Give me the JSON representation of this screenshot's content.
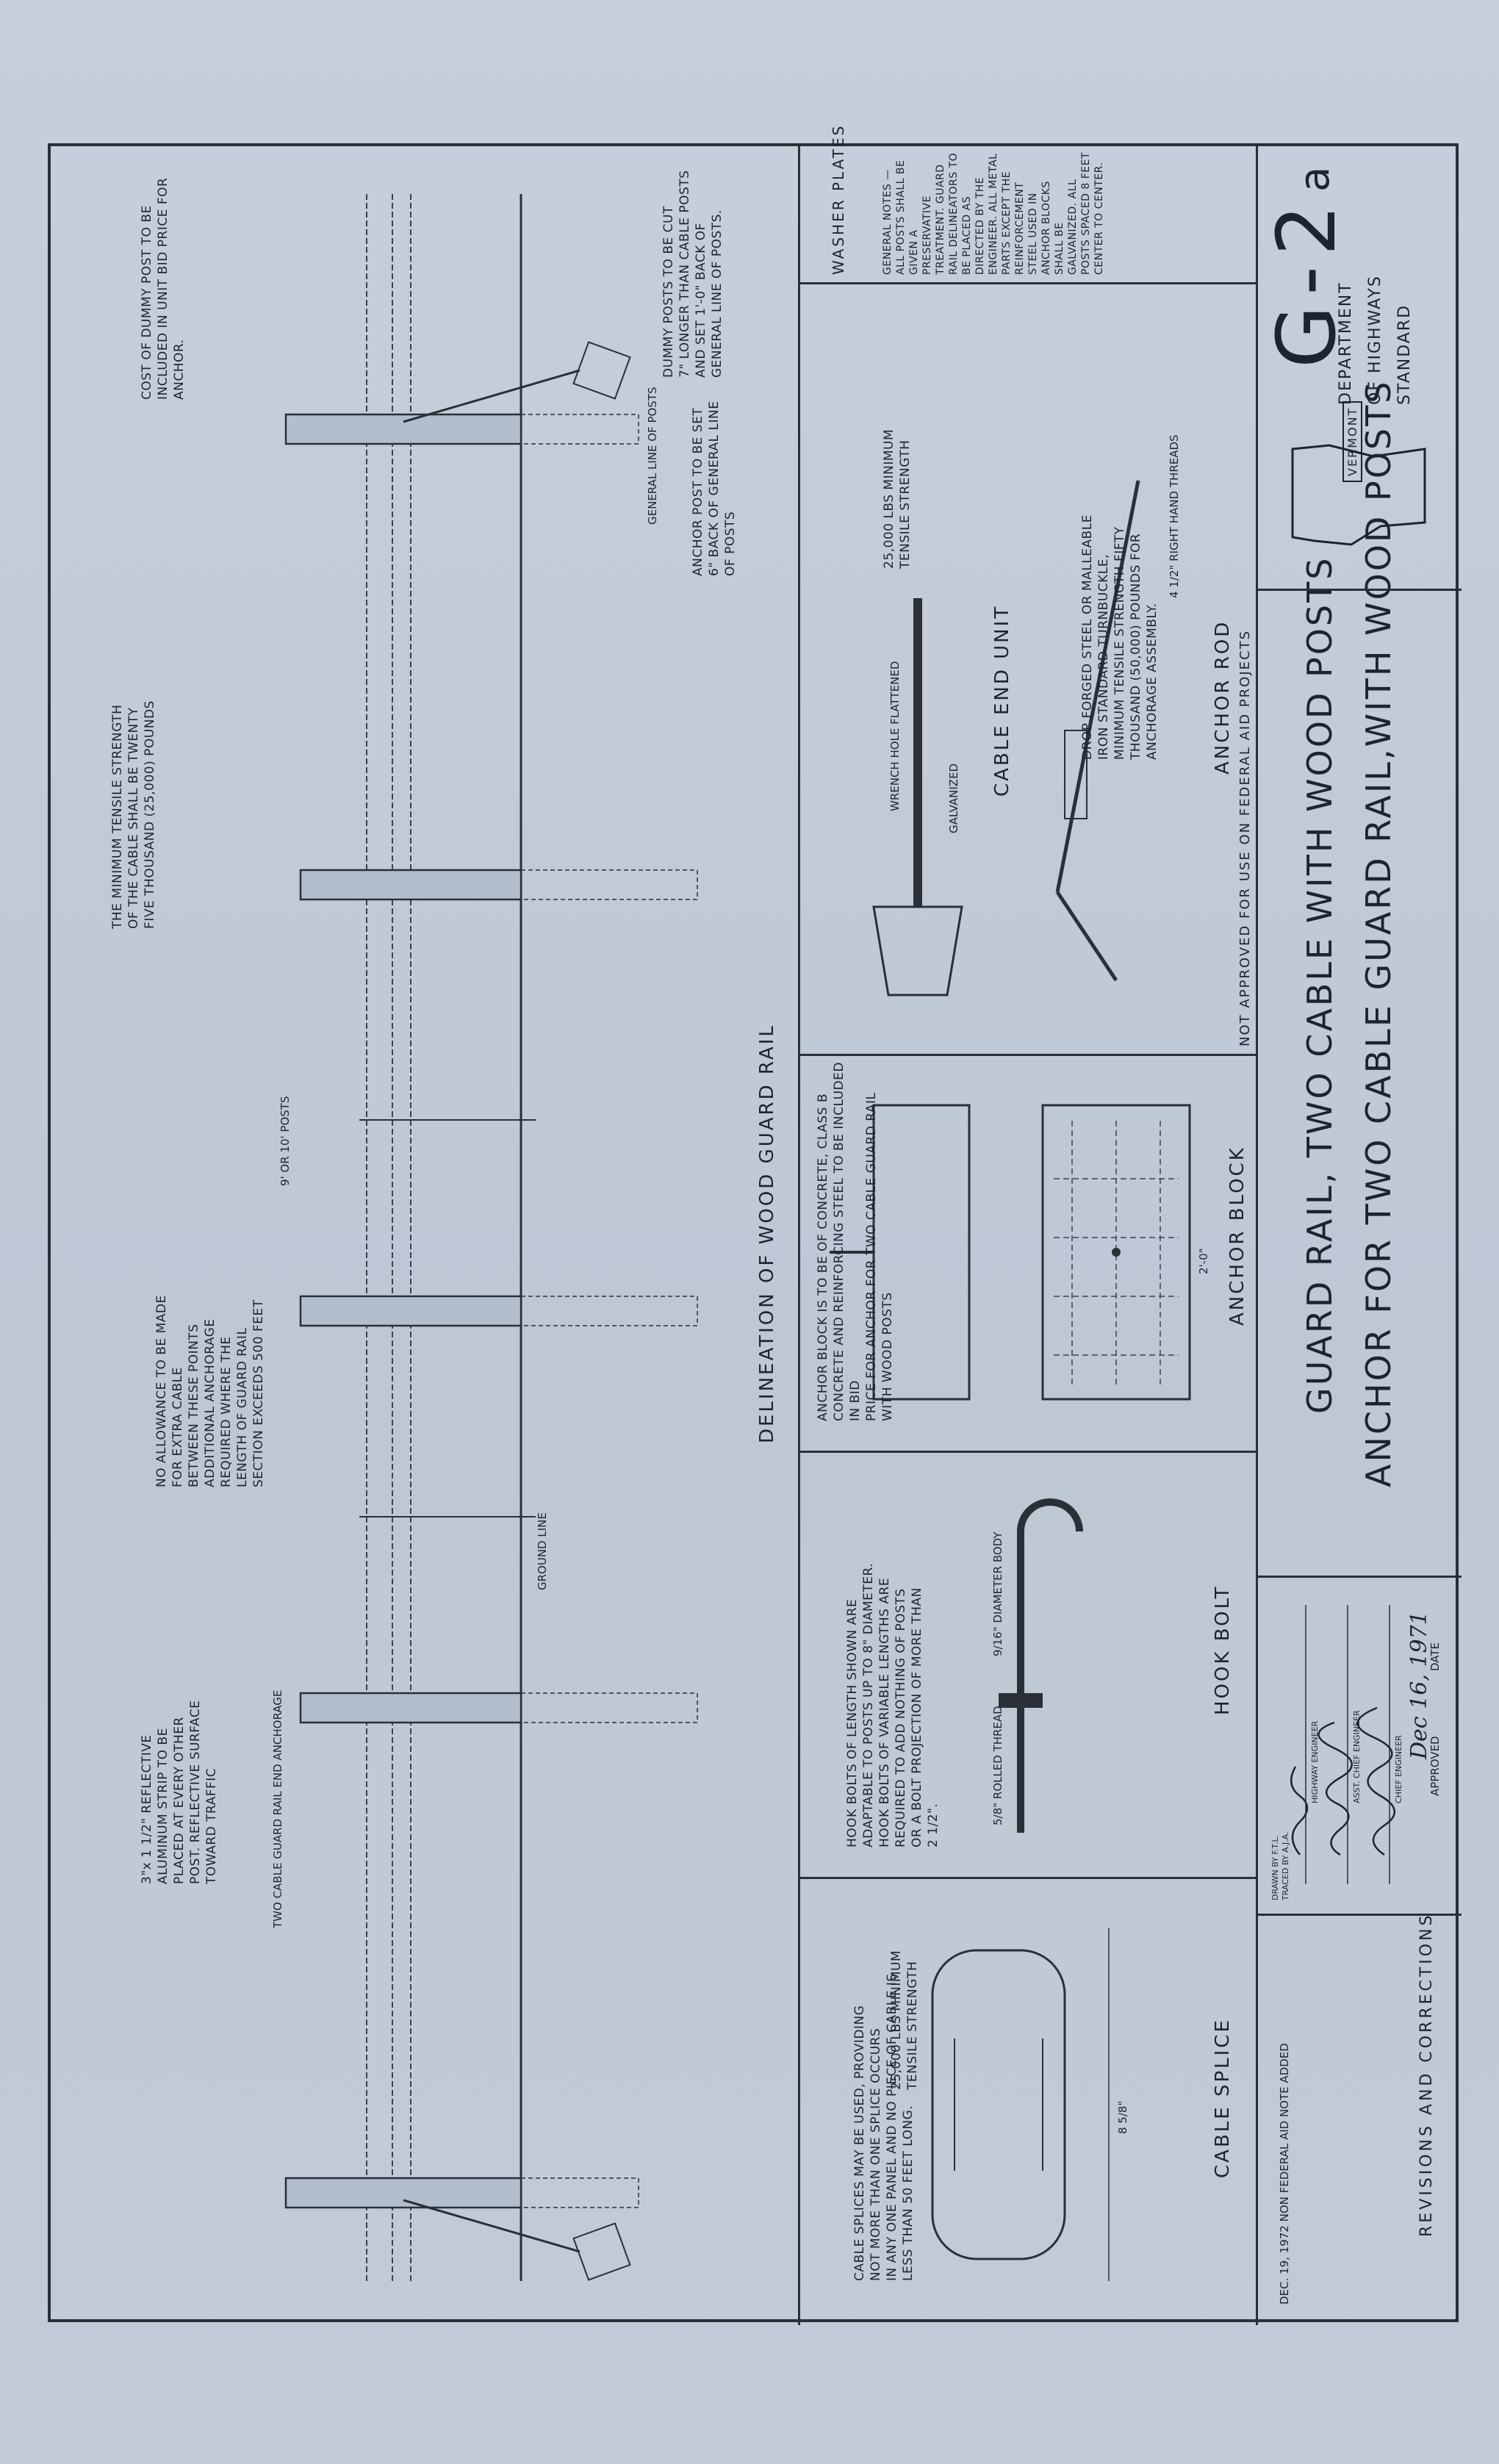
{
  "title_block": {
    "revision_entry": "DEC. 19, 1972   NON FEDERAL AID NOTE ADDED",
    "revisions_heading": "REVISIONS AND CORRECTIONS",
    "drawn_traced": "DRAWN BY F.T.L.\nTRACED BY A.J.A.",
    "approved_label": "APPROVED",
    "date_label": "DATE",
    "approval_date": "Dec 16, 1971",
    "chief_engineer": "CHIEF ENGINEER",
    "asst_chief_engineer": "ASST. CHIEF ENGINEER",
    "highway_engineer": "HIGHWAY ENGINEER",
    "title_line1": "GUARD RAIL, TWO CABLE WITH WOOD POSTS",
    "title_line2": "ANCHOR FOR TWO CABLE GUARD RAIL,WITH WOOD POSTS",
    "state": "VERMONT",
    "department_line1": "DEPARTMENT",
    "department_line2": "OF HIGHWAYS",
    "standard": "STANDARD",
    "sheet_number": "G-2",
    "sheet_suffix": "a"
  },
  "elevation": {
    "caption": "DELINEATION OF WOOD GUARD RAIL",
    "ground_line": "GROUND LINE",
    "post_spacing": "9' OR 10' POSTS",
    "anchorage": "TWO CABLE GUARD RAIL END ANCHORAGE",
    "note_anchorage": "NO ALLOWANCE TO BE MADE\nFOR EXTRA CABLE\nBETWEEN THESE POINTS\nADDITIONAL ANCHORAGE\nREQUIRED WHERE THE\nLENGTH OF GUARD RAIL\nSECTION EXCEEDS 500 FEET",
    "note_strips": "3\"x 1 1/2\" REFLECTIVE\nALUMINUM STRIP TO BE\nPLACED AT EVERY OTHER\nPOST. REFLECTIVE SURFACE\nTOWARD TRAFFIC",
    "note_tensile": "THE MINIMUM TENSILE STRENGTH\nOF THE CABLE SHALL BE TWENTY\nFIVE THOUSAND (25,000) POUNDS",
    "note_dummy_cost": "COST OF DUMMY POST TO BE\nINCLUDED IN UNIT BID PRICE FOR\nANCHOR.",
    "note_dummy_posts": "DUMMY POSTS TO BE CUT\n7\" LONGER THAN CABLE POSTS\nAND SET 1'-0\" BACK OF\nGENERAL LINE OF POSTS.",
    "note_anchor_post": "ANCHOR POST TO BE SET\n6\" BACK OF GENERAL LINE\nOF POSTS",
    "general_line": "GENERAL LINE OF POSTS"
  },
  "cable_splice": {
    "title": "CABLE SPLICE",
    "length": "8 5/8\"",
    "note": "CABLE SPLICES MAY BE USED, PROVIDING\nNOT MORE THAN ONE SPLICE OCCURS\nIN ANY ONE PANEL AND NO PIECE OF CABLE IS\nLESS THAN 50 FEET LONG.",
    "strength": "25,000 LBS MINIMUM\nTENSILE STRENGTH"
  },
  "hook_bolt": {
    "title": "HOOK BOLT",
    "thread": "5/8\" ROLLED THREAD",
    "diameter": "9/16\" DIAMETER BODY",
    "note": "HOOK BOLTS OF LENGTH SHOWN ARE\nADAPTABLE TO POSTS UP TO 8\" DIAMETER.\nHOOK BOLTS OF VARIABLE LENGTHS ARE\nREQUIRED TO ADD NOTHING OF POSTS\nOR A BOLT PROJECTION OF MORE THAN\n2 1/2\"."
  },
  "anchor_block": {
    "title": "ANCHOR BLOCK",
    "dim": "2'-0\"",
    "note": "ANCHOR BLOCK IS TO BE OF CONCRETE, CLASS B\nCONCRETE AND REINFORCING STEEL TO BE INCLUDED IN BID\nPRICE FOR ANCHOR FOR TWO CABLE GUARD RAIL WITH WOOD POSTS"
  },
  "cable_end_unit": {
    "title": "CABLE END UNIT",
    "galvanized": "GALVANIZED",
    "wrench_hole": "WRENCH HOLE FLATTENED",
    "strength": "25,000 LBS MINIMUM\nTENSILE STRENGTH"
  },
  "anchor_rod": {
    "title": "ANCHOR ROD",
    "note": "DROP FORGED STEEL OR MALLEABLE\nIRON STANDARD TURNBUCKLE,\nMINIMUM TENSILE STRENGTH FIFTY\nTHOUSAND (50,000) POUNDS FOR\nANCHORAGE ASSEMBLY.",
    "thread": "4 1/2\" RIGHT HAND THREADS",
    "federal_note": "NOT APPROVED FOR USE ON FEDERAL AID PROJECTS"
  },
  "washer_plates": {
    "title": "WASHER PLATES"
  },
  "general_notes": {
    "text": "GENERAL NOTES — ALL POSTS SHALL BE GIVEN A PRESERVATIVE TREATMENT. GUARD RAIL DELINEATORS TO BE PLACED AS DIRECTED BY THE ENGINEER. ALL METAL PARTS EXCEPT THE REINFORCEMENT STEEL USED IN ANCHOR BLOCKS SHALL BE GALVANIZED. ALL POSTS SPACED 8 FEET CENTER TO CENTER."
  }
}
